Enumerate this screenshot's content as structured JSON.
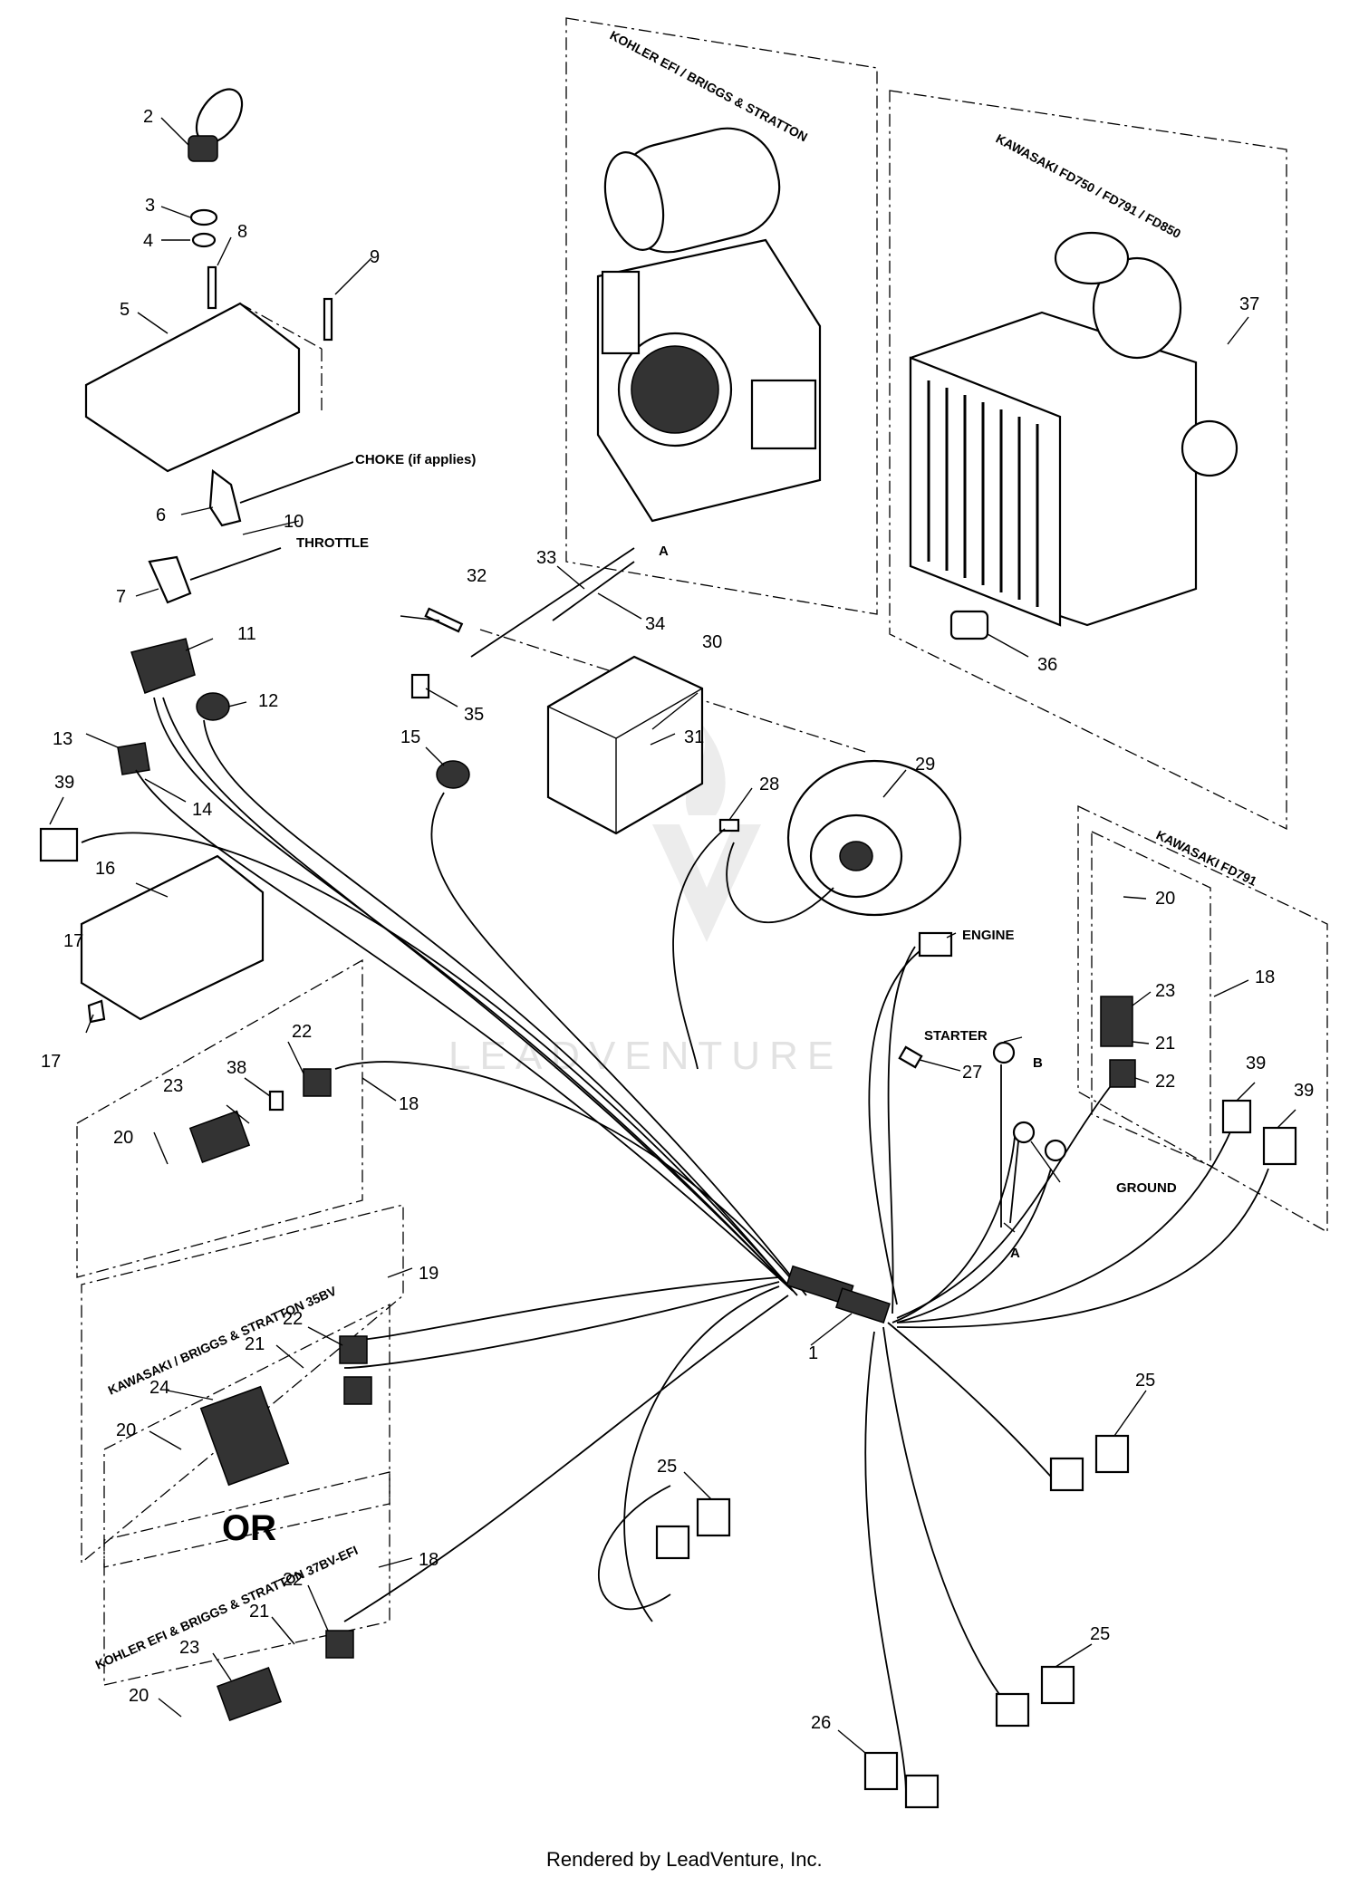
{
  "labels": {
    "kohler_briggs_group": "KOHLER EFI / BRIGGS & STRATTON",
    "kawasaki_fd_group": "KAWASAKI FD750 / FD791 / FD850",
    "kawasaki_fd791_group": "KAWASAKI FD791",
    "kawasaki_briggs_35bv": "KAWASAKI / BRIGGS & STRATTON 35BV",
    "kohler_briggs_37bv": "KOHLER EFI & BRIGGS & STRATTON 37BV-EFI",
    "or": "OR",
    "choke": "CHOKE (if applies)",
    "throttle": "THROTTLE",
    "engine": "ENGINE",
    "starter": "STARTER",
    "ground": "GROUND",
    "ref_a": "A",
    "ref_b": "B"
  },
  "callouts": {
    "c1": "1",
    "c2": "2",
    "c3": "3",
    "c4": "4",
    "c5": "5",
    "c6": "6",
    "c7": "7",
    "c8": "8",
    "c9": "9",
    "c10": "10",
    "c11": "11",
    "c12": "12",
    "c13": "13",
    "c14": "14",
    "c15": "15",
    "c16": "16",
    "c17": "17",
    "c18": "18",
    "c19": "19",
    "c20": "20",
    "c21": "21",
    "c22": "22",
    "c23": "23",
    "c24": "24",
    "c25": "25",
    "c26": "26",
    "c27": "27",
    "c28": "28",
    "c29": "29",
    "c30": "30",
    "c31": "31",
    "c32": "32",
    "c33": "33",
    "c34": "34",
    "c35": "35",
    "c36": "36",
    "c37": "37",
    "c38": "38",
    "c39": "39"
  },
  "watermark": "LEADVENTURE",
  "footer": "Rendered by LeadVenture, Inc."
}
